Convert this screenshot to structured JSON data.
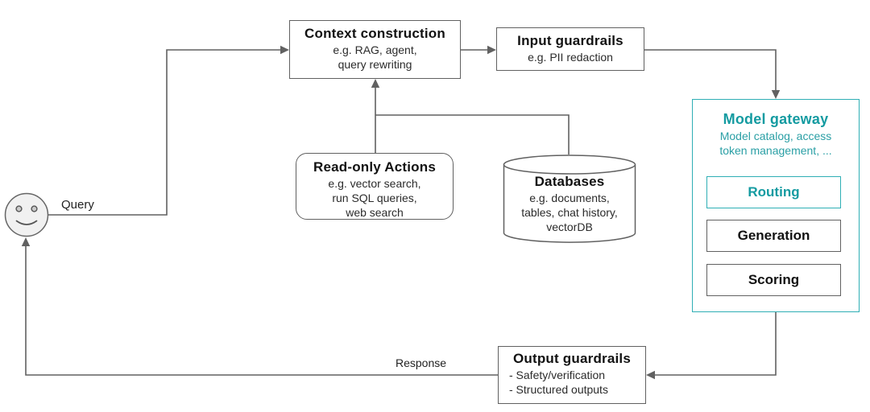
{
  "colors": {
    "teal_text": "#149ba1",
    "teal_border": "#2fafb5",
    "line_gray": "#616161",
    "title_text": "#111111",
    "body_text": "#2b2b2b",
    "face_fill": "#f1f1f1"
  },
  "edges": {
    "query_label": "Query",
    "response_label": "Response"
  },
  "icons": {
    "user": "smiley-face"
  },
  "nodes": {
    "context_construction": {
      "title": "Context construction",
      "lines": [
        "e.g. RAG, agent,",
        "query rewriting"
      ]
    },
    "input_guardrails": {
      "title": "Input guardrails",
      "lines": [
        "e.g. PII redaction"
      ]
    },
    "model_gateway": {
      "title": "Model gateway",
      "lines": [
        "Model catalog, access",
        "token management, ..."
      ],
      "children": [
        {
          "label": "Routing"
        },
        {
          "label": "Generation"
        },
        {
          "label": "Scoring"
        }
      ]
    },
    "read_only_actions": {
      "title": "Read-only Actions",
      "lines": [
        "e.g. vector search,",
        "run SQL queries,",
        "web search"
      ]
    },
    "databases": {
      "title": "Databases",
      "lines": [
        "e.g. documents,",
        "tables, chat history,",
        "vectorDB"
      ]
    },
    "output_guardrails": {
      "title": "Output guardrails",
      "lines": [
        "- Safety/verification",
        "- Structured outputs"
      ]
    }
  }
}
